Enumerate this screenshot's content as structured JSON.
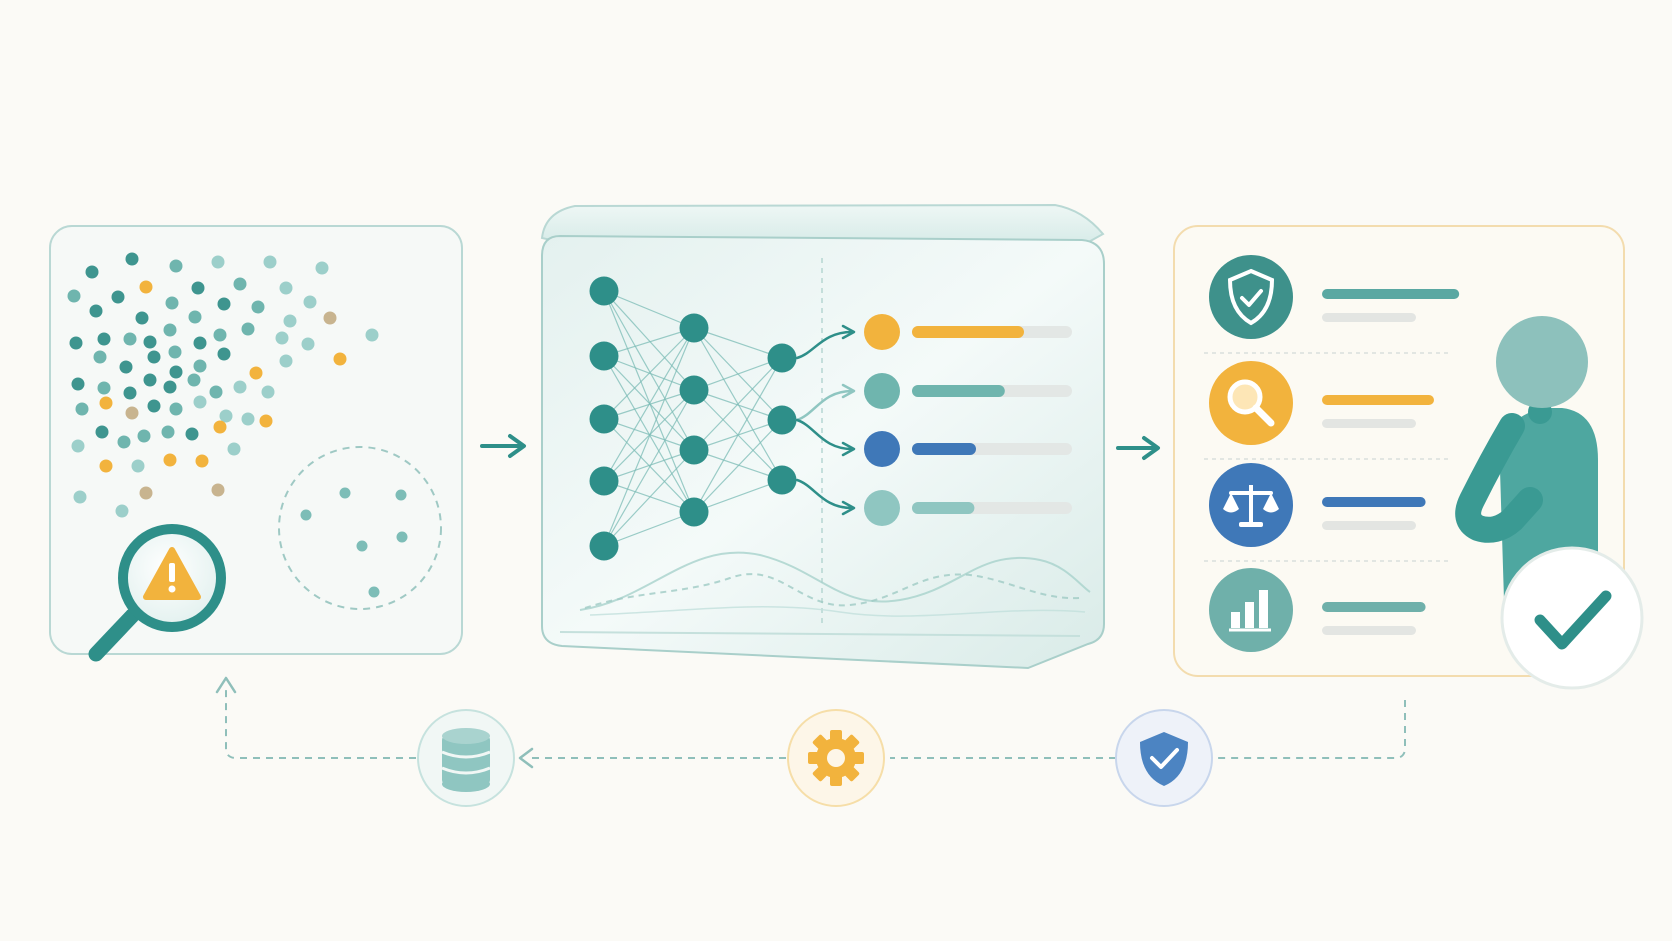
{
  "colors": {
    "background": "#fbfaf6",
    "teal_dark": "#2e8f89",
    "teal": "#4ea7a0",
    "teal_light": "#8fc6c1",
    "amber": "#f2b33d",
    "blue": "#3f78b8",
    "panel_border": "#b9d8d4",
    "warm_border": "#f3dcae"
  },
  "stages": [
    {
      "name": "data-distribution",
      "icons": [
        "scatter-dots",
        "magnifier-icon",
        "warning-icon",
        "dashed-cluster"
      ]
    },
    {
      "name": "neural-model",
      "icons": [
        "neural-network",
        "output-bars",
        "wave-lines"
      ]
    },
    {
      "name": "evaluation-checklist",
      "icons": [
        "shield-check-icon",
        "search-icon",
        "balance-scale-icon",
        "bar-chart-icon",
        "person-icon",
        "checkmark-icon"
      ]
    }
  ],
  "model_outputs": [
    {
      "color": "#f2b33d",
      "fraction": 0.7
    },
    {
      "color": "#6fb5ae",
      "fraction": 0.58
    },
    {
      "color": "#3f78b8",
      "fraction": 0.4
    },
    {
      "color": "#8fc6c1",
      "fraction": 0.39
    }
  ],
  "evaluation_items": [
    {
      "icon": "shield-check-icon",
      "color": "#3e918b",
      "line_color": "#5aa8a2",
      "fraction": 0.98
    },
    {
      "icon": "search-icon",
      "color": "#f2b33d",
      "line_color": "#f2b33d",
      "fraction": 0.8
    },
    {
      "icon": "balance-scale-icon",
      "color": "#3f78b8",
      "line_color": "#3f78b8",
      "fraction": 0.74
    },
    {
      "icon": "bar-chart-icon",
      "color": "#6fb0aa",
      "line_color": "#6fb0aa",
      "fraction": 0.74
    }
  ],
  "feedback_loop": [
    "database-icon",
    "gear-icon",
    "shield-check-icon"
  ]
}
